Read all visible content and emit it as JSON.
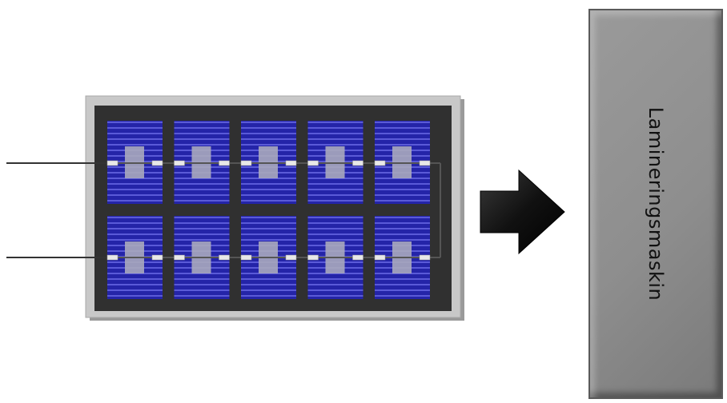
{
  "colors": {
    "frame": "#c8c8c8",
    "backsheet": "#303030",
    "cell": "#1f1f9a",
    "busbar_pad": "#a0a0b4",
    "machine": "#8c8c8c",
    "arrow": "#111111"
  },
  "panel": {
    "rows": 2,
    "columns": 5,
    "lead_wires": 2,
    "icon": "solar-panel-icon"
  },
  "arrow": {
    "icon": "right-arrow-icon"
  },
  "machine": {
    "label": "Lamineringsmaskin"
  }
}
